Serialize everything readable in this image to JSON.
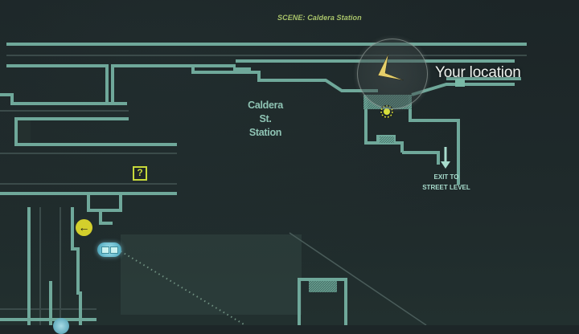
{
  "scene": {
    "title": "SCENE: Caldera Station"
  },
  "map": {
    "station_label_line1": "Caldera St.",
    "station_label_line2": "Station",
    "player_marker_label": "Your location",
    "exit_label_line1": "EXIT TO",
    "exit_label_line2": "STREET LEVEL",
    "markers": [
      {
        "type": "player-location",
        "icon": "arrow-pointer-icon",
        "color": "#e6cf6a"
      },
      {
        "type": "objective",
        "icon": "sun-icon",
        "color": "#d8e03a"
      },
      {
        "type": "unknown",
        "icon": "question-mark-icon",
        "glyph": "?",
        "color": "#c7d93a"
      },
      {
        "type": "direction",
        "icon": "arrow-left-icon",
        "glyph": "←",
        "color": "#d3cf2c"
      },
      {
        "type": "device",
        "icon": "device-icon",
        "color": "#7fd0e0"
      },
      {
        "type": "exit",
        "icon": "arrow-down-icon",
        "color": "#a8dccd"
      }
    ]
  },
  "colors": {
    "background": "#1d2628",
    "wall": "#6fa89a",
    "accent_yellow": "#c7d93a",
    "label_text": "#8fc4b4"
  }
}
